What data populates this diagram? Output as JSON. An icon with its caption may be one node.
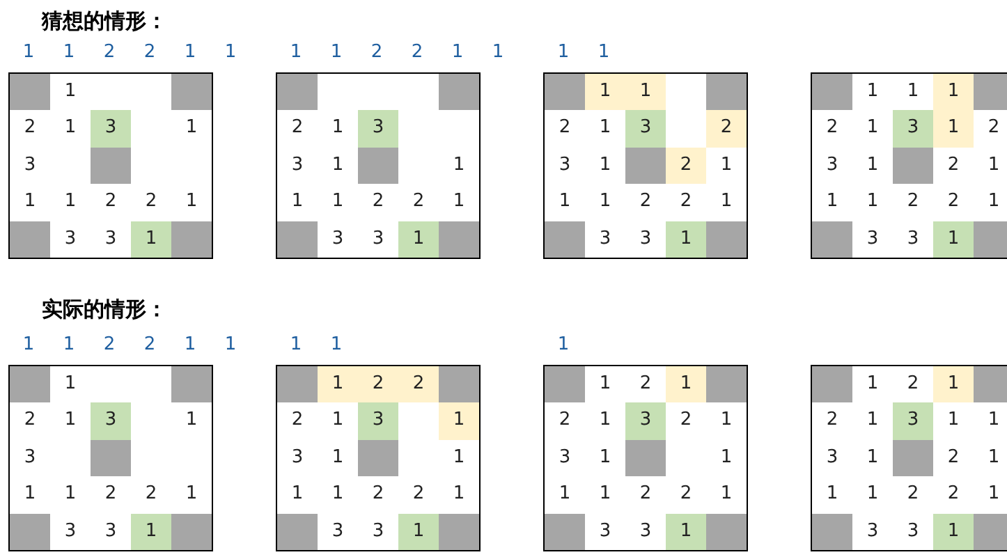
{
  "diagram": {
    "labels": [
      "猜想的情形：",
      "1",
      "1",
      "2",
      "2",
      "1",
      "1",
      "1",
      "1",
      "2",
      "2",
      "1",
      "1",
      "1",
      "1",
      "1",
      "2",
      "1",
      "3",
      "1",
      "3",
      "1",
      "1",
      "2",
      "2",
      "1",
      "3",
      "3",
      "1",
      "2",
      "1",
      "3",
      "3",
      "1",
      "1",
      "1",
      "1",
      "2",
      "2",
      "1",
      "3",
      "3",
      "1",
      "1",
      "1",
      "2",
      "1",
      "3",
      "2",
      "3",
      "1",
      "2",
      "1",
      "1",
      "1",
      "2",
      "2",
      "1",
      "3",
      "3",
      "1",
      "1",
      "1",
      "1",
      "2",
      "1",
      "3",
      "1",
      "2",
      "3",
      "1",
      "2",
      "1",
      "1",
      "1",
      "2",
      "2",
      "1",
      "3",
      "3",
      "1",
      "实际的情形：",
      "1",
      "1",
      "2",
      "2",
      "1",
      "1",
      "1",
      "1",
      "1",
      "1",
      "2",
      "1",
      "3",
      "1",
      "3",
      "1",
      "1",
      "2",
      "2",
      "1",
      "3",
      "3",
      "1",
      "1",
      "2",
      "2",
      "2",
      "1",
      "3",
      "1",
      "3",
      "1",
      "1",
      "1",
      "1",
      "2",
      "2",
      "1",
      "3",
      "3",
      "1",
      "1",
      "2",
      "1",
      "2",
      "1",
      "3",
      "2",
      "1",
      "3",
      "1",
      "1",
      "1",
      "1",
      "2",
      "2",
      "1",
      "3",
      "3",
      "1",
      "1",
      "2",
      "1",
      "2",
      "1",
      "3",
      "1",
      "1",
      "3",
      "1",
      "2",
      "1",
      "1",
      "1",
      "2",
      "2",
      "1",
      "3",
      "3",
      "1"
    ]
  }
}
